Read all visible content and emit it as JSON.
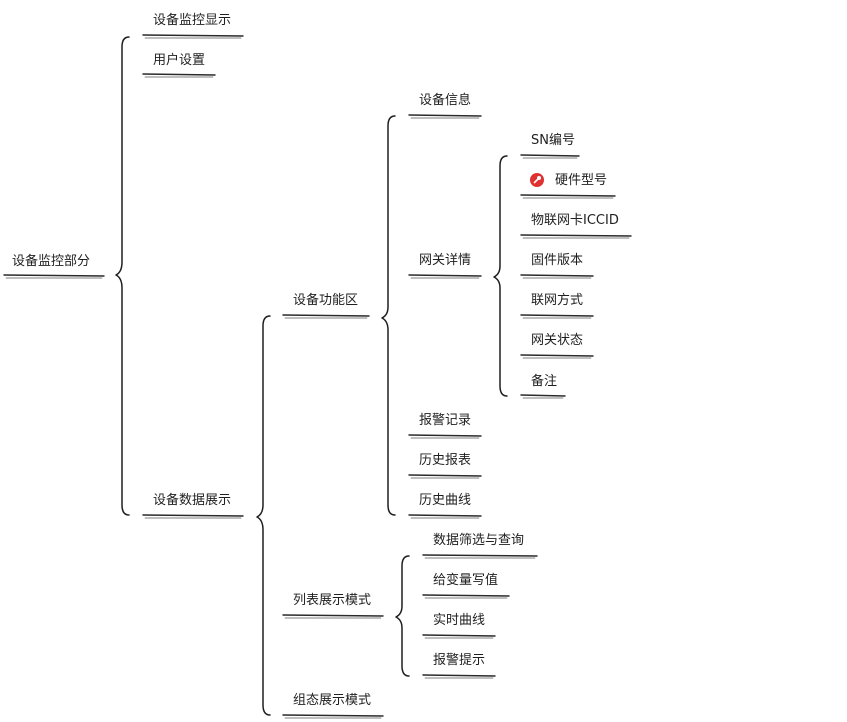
{
  "mindmap": {
    "root": "设备监控部分",
    "level1": {
      "display": "设备监控显示",
      "user_settings": "用户设置",
      "data_display": "设备数据展示"
    },
    "level2": {
      "function_area": "设备功能区",
      "list_mode": "列表展示模式",
      "config_mode": "组态展示模式"
    },
    "function_area_children": {
      "device_info": "设备信息",
      "gateway_details": "网关详情",
      "alarm_records": "报警记录",
      "history_report": "历史报表",
      "history_curve": "历史曲线"
    },
    "gateway_details_children": {
      "sn": "SN编号",
      "hardware_model": "硬件型号",
      "iccid": "物联网卡ICCID",
      "firmware": "固件版本",
      "network_mode": "联网方式",
      "gateway_status": "网关状态",
      "remarks": "备注"
    },
    "list_mode_children": {
      "data_filter": "数据筛选与查询",
      "write_variable": "给变量写值",
      "realtime_curve": "实时曲线",
      "alarm_tips": "报警提示"
    },
    "icons": {
      "hardware_model_marker": "pin-icon"
    },
    "colors": {
      "marker": "#e03131",
      "line": "#1f1f1f"
    }
  }
}
